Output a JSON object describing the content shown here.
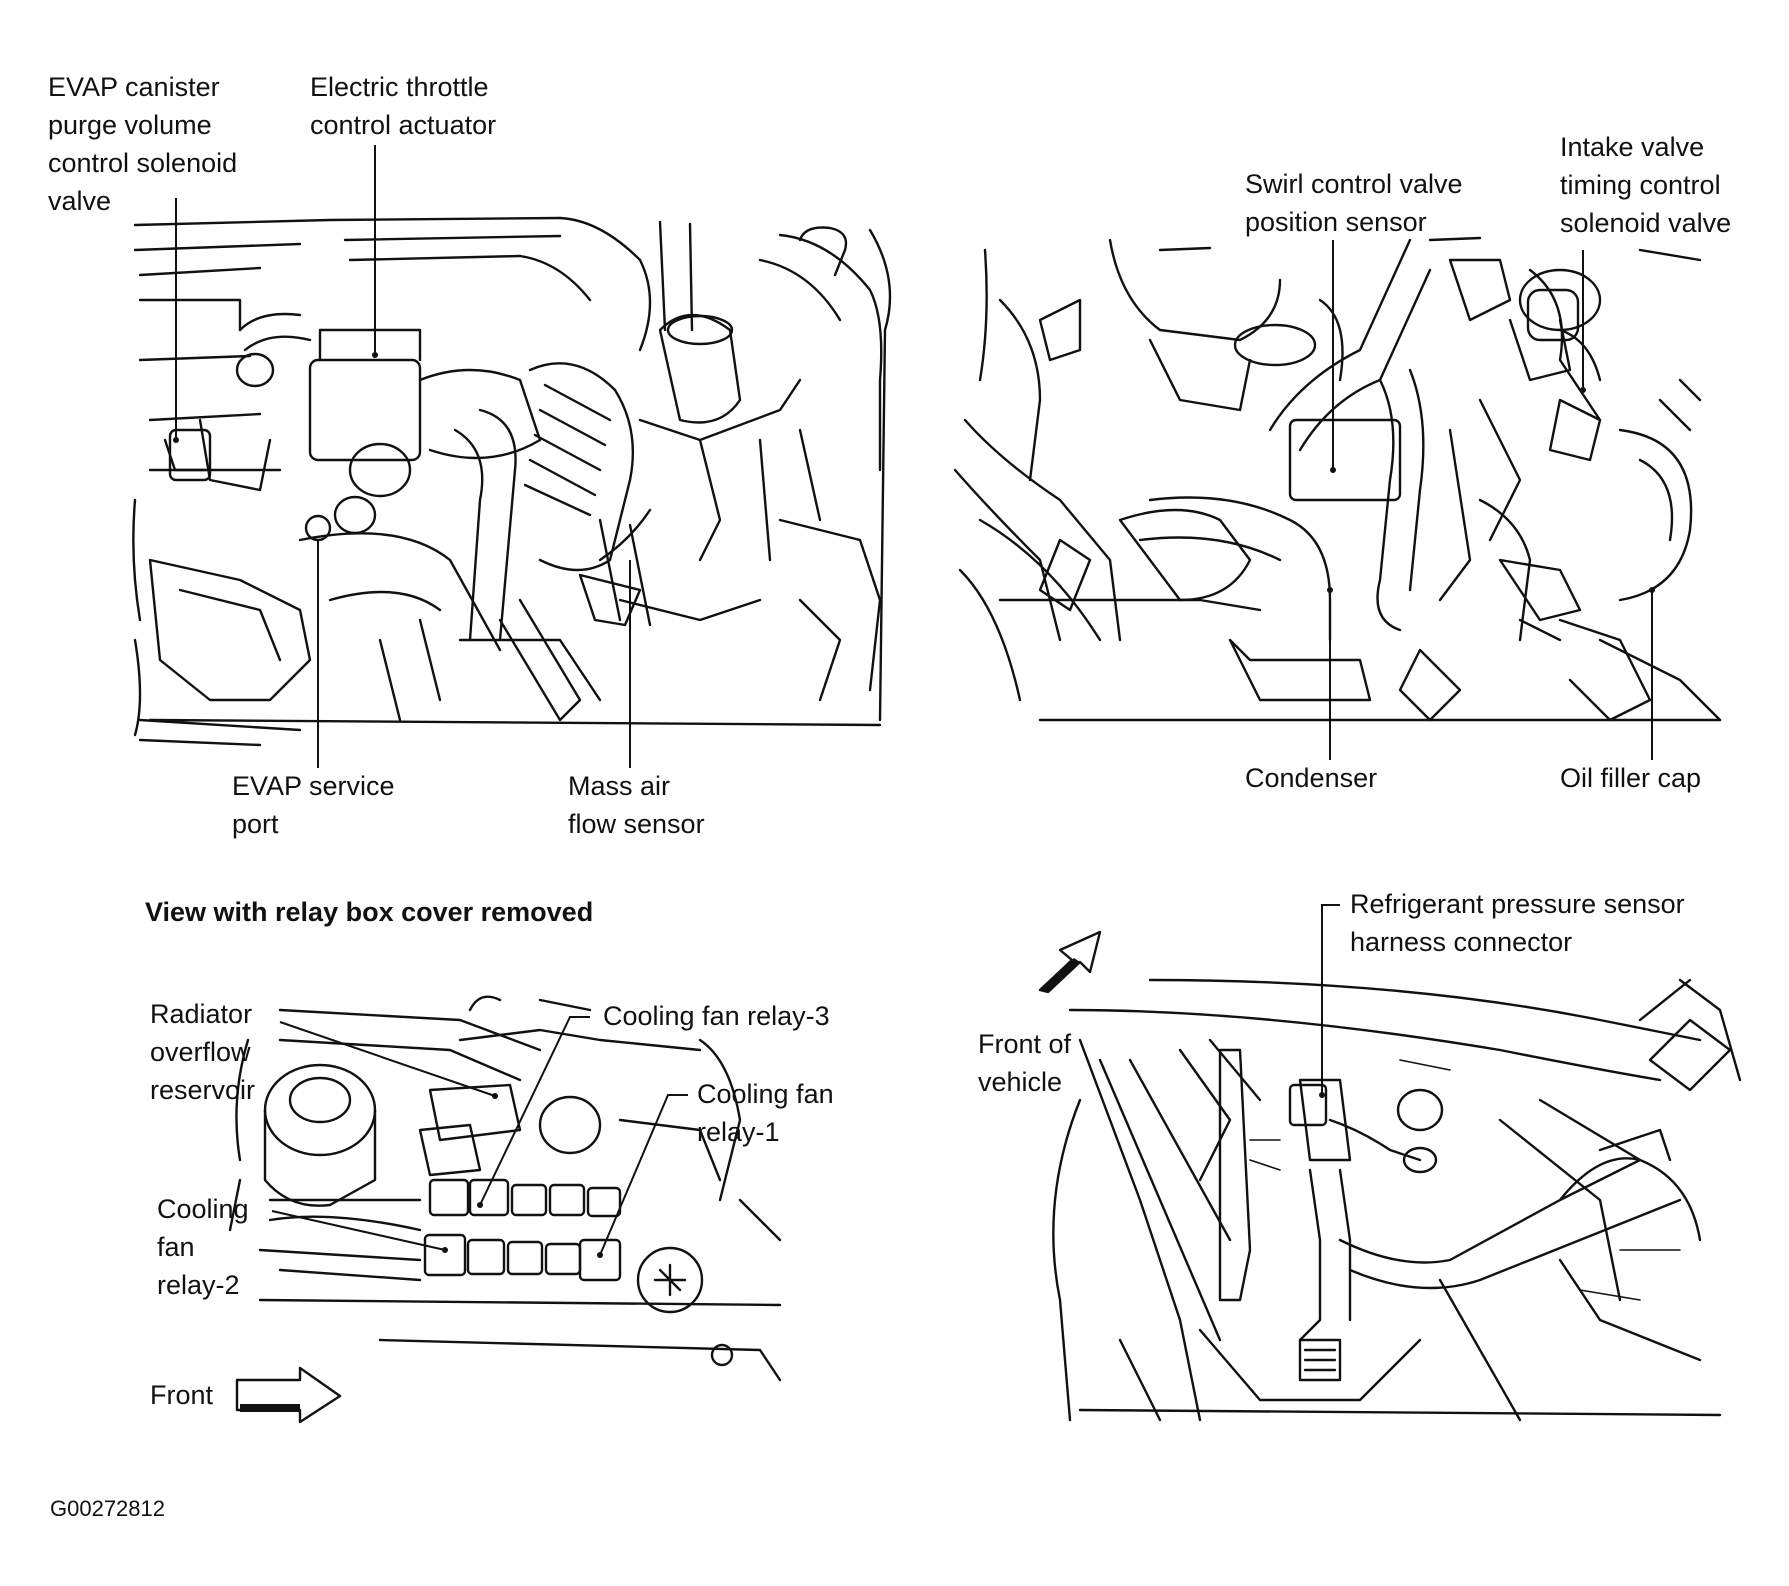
{
  "figure_code": "G00272812",
  "panels": {
    "engine_left": {
      "evap_purge_valve": [
        "EVAP canister",
        "purge volume",
        "control solenoid",
        "valve"
      ],
      "throttle_actuator": [
        "Electric throttle",
        "control actuator"
      ],
      "evap_service_port": [
        "EVAP service",
        "port"
      ],
      "maf_sensor": [
        "Mass air",
        "flow sensor"
      ]
    },
    "engine_right": {
      "swirl_sensor": [
        "Swirl control valve",
        "position sensor"
      ],
      "intake_timing_valve": [
        "Intake valve",
        "timing control",
        "solenoid valve"
      ],
      "condenser": [
        "Condenser"
      ],
      "oil_filler_cap": [
        "Oil filler cap"
      ]
    },
    "relay_box": {
      "heading": "View with relay box cover removed",
      "radiator_reservoir": [
        "Radiator",
        "overflow",
        "reservoir"
      ],
      "relay_3": [
        "Cooling fan relay-3"
      ],
      "relay_1": [
        "Cooling fan",
        "relay-1"
      ],
      "relay_2": [
        "Cooling",
        "fan",
        "relay-2"
      ],
      "front": "Front"
    },
    "refrigerant": {
      "pressure_sensor": [
        "Refrigerant pressure sensor",
        "harness connector"
      ],
      "front_of_vehicle": [
        "Front of",
        "vehicle"
      ]
    }
  }
}
